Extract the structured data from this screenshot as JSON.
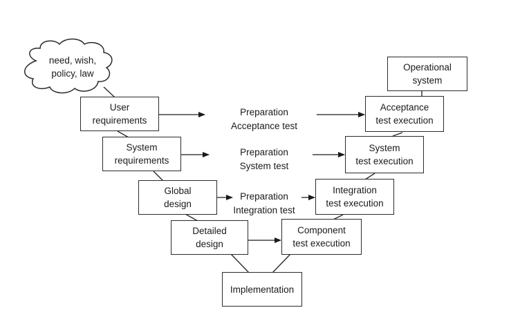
{
  "cloud": {
    "text": "need, wish,\npolicy, law"
  },
  "left": {
    "user_requirements": "User\nrequirements",
    "system_requirements": "System\nrequirements",
    "global_design": "Global\ndesign",
    "detailed_design": "Detailed\ndesign"
  },
  "bottom": {
    "implementation": "Implementation"
  },
  "right": {
    "operational_system": "Operational\nsystem",
    "acceptance_execution": "Acceptance\ntest execution",
    "system_execution": "System\ntest execution",
    "integration_execution": "Integration\ntest execution",
    "component_execution": "Component\ntest execution"
  },
  "middle": {
    "prep_acceptance": "Preparation\nAcceptance test",
    "prep_system": "Preparation\nSystem test",
    "prep_integration": "Preparation\nIntegration test"
  }
}
